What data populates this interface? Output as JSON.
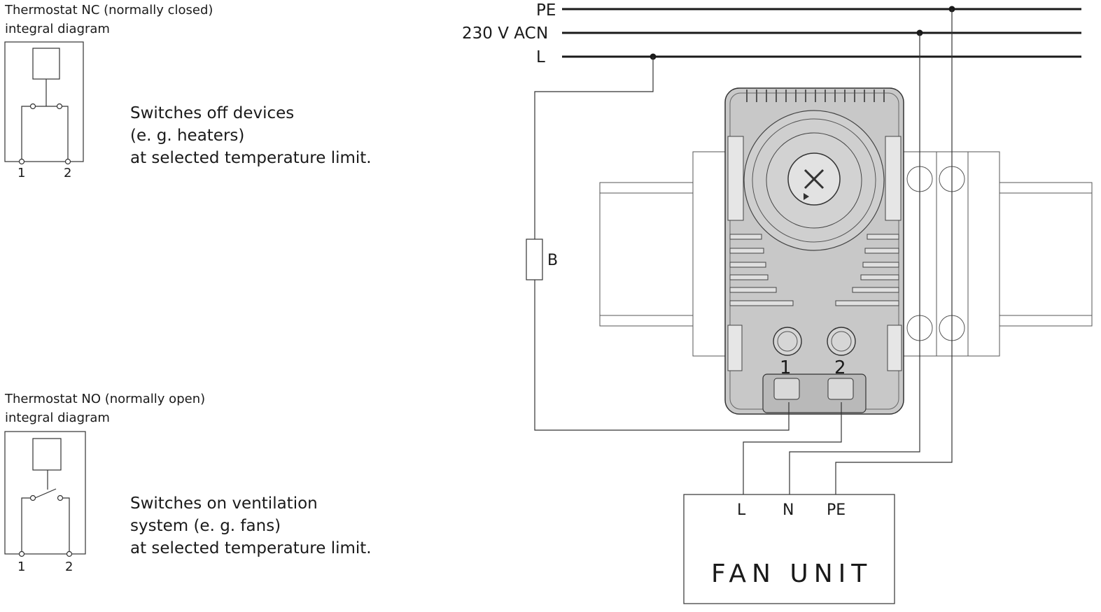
{
  "nc": {
    "title_line1": "Thermostat NC (normally closed)",
    "title_line2": "integral diagram",
    "desc_line1": "Switches off devices",
    "desc_line2": "(e. g. heaters)",
    "desc_line3": "at selected temperature limit.",
    "terminal1": "1",
    "terminal2": "2"
  },
  "no": {
    "title_line1": "Thermostat NO (normally open)",
    "title_line2": "integral diagram",
    "desc_line1": "Switches on ventilation",
    "desc_line2": "system (e. g. fans)",
    "desc_line3": "at selected temperature limit.",
    "terminal1": "1",
    "terminal2": "2"
  },
  "supply": {
    "pe": "PE",
    "voltage": "230 V AC",
    "n": "N",
    "l": "L"
  },
  "fuse_label": "B",
  "device": {
    "terminal1": "1",
    "terminal2": "2"
  },
  "fan_unit": {
    "title": "FAN UNIT",
    "l": "L",
    "n": "N",
    "pe": "PE"
  },
  "colors": {
    "line": "#1a1a1a",
    "thin_line": "#333333",
    "device_fill": "#c8c8c8",
    "device_dark": "#9a9a9a"
  }
}
